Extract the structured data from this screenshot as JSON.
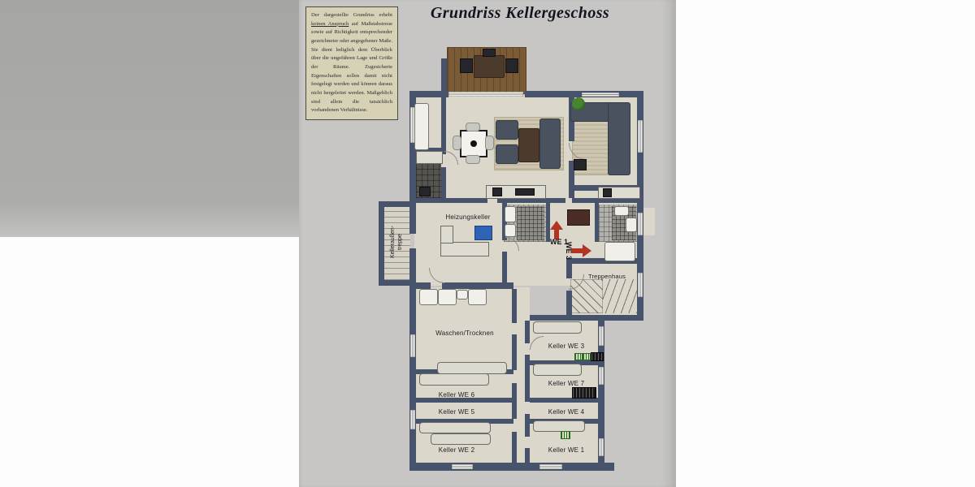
{
  "page": {
    "title": "Grundriss Kellergeschoss"
  },
  "disclaimer": {
    "part1": "Der dargestellte Grundriss erhebt ",
    "underlined": "keinen Anspruch",
    "part2": " auf Maßstabstreue sowie auf Richtigkeit entsprechender gezeichneter oder angegebener Maße. Sie dient lediglich dem Überblick über die ungefähren Lage und Größe der Räume. Zugesicherte Eigenschaften sollen damit nicht festgelegt werden und können daraus nicht hergeleitet werden. Maßgeblich sind allein die tatsächlich vorhandenen Verhältnisse."
  },
  "rooms": {
    "heizungskeller": "Heizungskeller",
    "kelleraussentreppe_l1": "Kelleraußen-",
    "kelleraussentreppe_l2": "treppe",
    "treppenhaus": "Treppenhaus",
    "waschen_trocknen": "Waschen/Trocknen",
    "keller_we3": "Keller WE 3",
    "keller_we7": "Keller WE 7",
    "keller_we6": "Keller WE 6",
    "keller_we5": "Keller WE 5",
    "keller_we4": "Keller WE 4",
    "keller_we2": "Keller WE 2",
    "keller_we1": "Keller WE 1"
  },
  "markers": {
    "we1": "WE 1",
    "we3": "WE 3"
  },
  "colors": {
    "wall": "#47536b",
    "floor": "#dbd7cb",
    "paper": "#c7c6c4",
    "terrace_wood": "#7b5a36",
    "arrow_red": "#b23425",
    "furnace_blue": "#2f63b5",
    "sofa_gray": "#4a5260",
    "rug_beige": "#cfc6b0",
    "disclaimer_bg": "#d7d1b5"
  }
}
